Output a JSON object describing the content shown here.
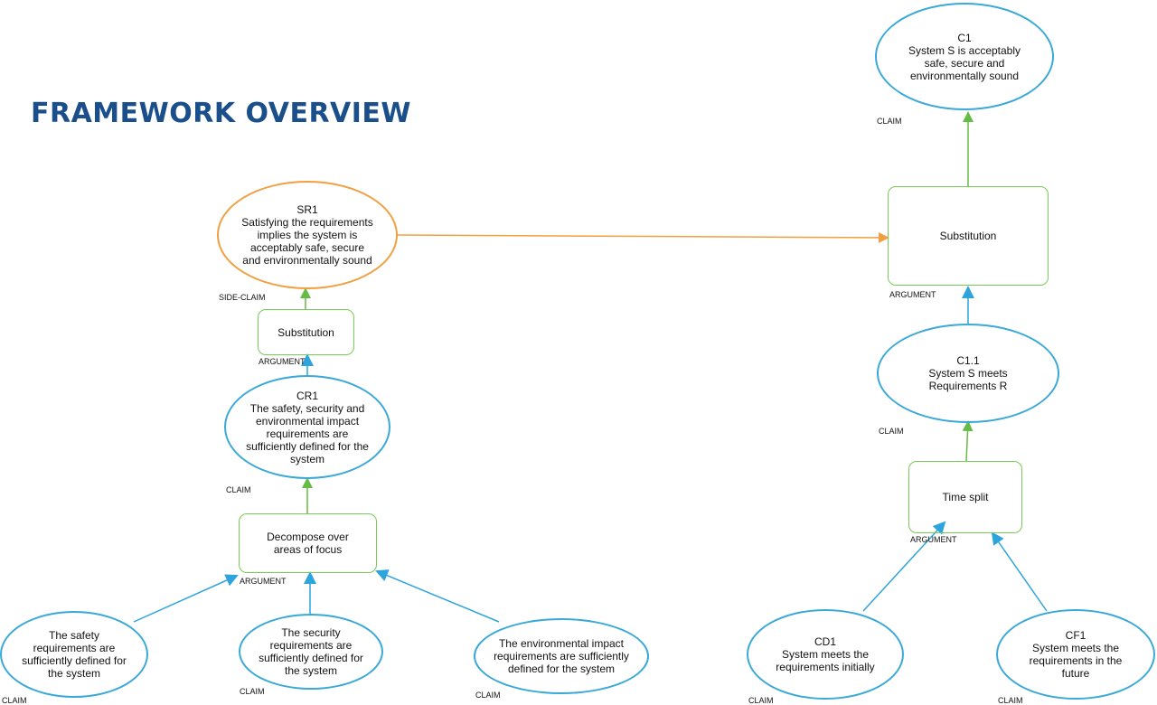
{
  "title": "FRAMEWORK OVERVIEW",
  "colors": {
    "title": "#1a4f8b",
    "claim_border": "#3aa9d8",
    "side_claim_border": "#f0a040",
    "argument_border": "#77cc55",
    "arrow_green": "#66bb44",
    "arrow_blue": "#2ea4dd",
    "arrow_orange": "#f0a040"
  },
  "nodes": {
    "c1": {
      "id": "C1",
      "text": [
        "System S is acceptably",
        "safe, secure and",
        "environmentally sound"
      ],
      "tag": "CLAIM"
    },
    "sub_right": {
      "text": [
        "Substitution"
      ],
      "tag": "ARGUMENT"
    },
    "c11": {
      "id": "C1.1",
      "text": [
        "System S meets",
        "Requirements R"
      ],
      "tag": "CLAIM"
    },
    "time_split": {
      "text": [
        "Time split"
      ],
      "tag": "ARGUMENT"
    },
    "cd1": {
      "id": "CD1",
      "text": [
        "System meets the",
        "requirements initially"
      ],
      "tag": "CLAIM"
    },
    "cf1": {
      "id": "CF1",
      "text": [
        "System meets the",
        "requirements in the",
        "future"
      ],
      "tag": "CLAIM"
    },
    "sr1": {
      "id": "SR1",
      "text": [
        "Satisfying the requirements",
        "implies the system is",
        "acceptably safe, secure",
        "and environmentally sound"
      ],
      "tag": "SIDE-CLAIM"
    },
    "sub_left": {
      "text": [
        "Substitution"
      ],
      "tag": "ARGUMENT"
    },
    "cr1": {
      "id": "CR1",
      "text": [
        "The safety, security and",
        "environmental impact",
        "requirements are",
        "sufficiently defined for the",
        "system"
      ],
      "tag": "CLAIM"
    },
    "decompose": {
      "text": [
        "Decompose over",
        "areas of focus"
      ],
      "tag": "ARGUMENT"
    },
    "safety": {
      "text": [
        "The safety",
        "requirements are",
        "sufficiently defined for",
        "the system"
      ],
      "tag": "CLAIM"
    },
    "security": {
      "text": [
        "The security",
        "requirements are",
        "sufficiently defined for",
        "the system"
      ],
      "tag": "CLAIM"
    },
    "environmental": {
      "text": [
        "The environmental impact",
        "requirements are sufficiently",
        "defined for the system"
      ],
      "tag": "CLAIM"
    }
  }
}
